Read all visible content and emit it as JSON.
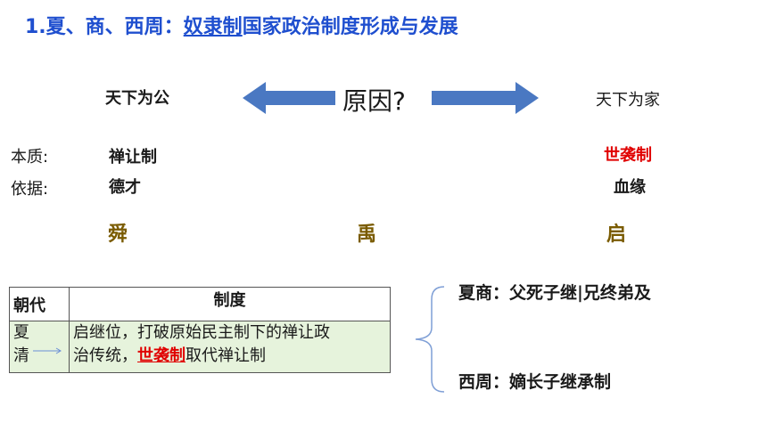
{
  "title": {
    "part1": "1.夏、商、西周：",
    "underlined": "奴隶制",
    "part2": "国家政治制度形成与发展"
  },
  "top": {
    "left": "天下为公",
    "center": "原因?",
    "right": "天下为家"
  },
  "labels": {
    "nature": "本质:",
    "basis": "依据:"
  },
  "left_col": {
    "nature": "禅让制",
    "basis": "德才"
  },
  "right_col": {
    "nature": "世袭制",
    "basis": "血缘"
  },
  "persons": [
    "舜",
    "禹",
    "启"
  ],
  "table": {
    "headers": [
      "朝代",
      "制度"
    ],
    "row": {
      "dynasty_line1": "夏",
      "dynasty_line2": "清",
      "text_line1": "启继位，打破原始民主制下的禅让政",
      "text_line2_a": "治传统，",
      "text_line2_red": "世袭制",
      "text_line2_b": "取代禅让制"
    }
  },
  "annotations": {
    "xia_shang": "夏商：父死子继|兄终弟及",
    "western_zhou": "西周：嫡长子继承制"
  },
  "colors": {
    "title": "#1f4fcf",
    "arrow": "#4a78c2",
    "red": "#e00000",
    "person": "#7a5b00"
  }
}
